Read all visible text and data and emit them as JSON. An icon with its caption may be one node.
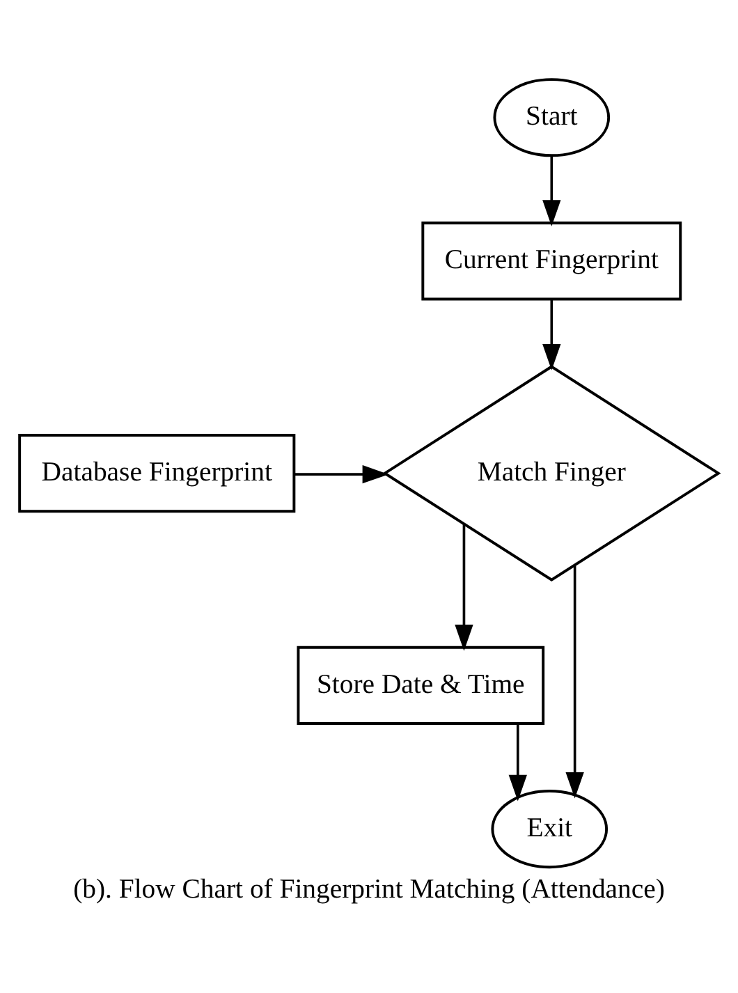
{
  "diagram": {
    "caption": "(b). Flow Chart of Fingerprint Matching (Attendance)",
    "nodes": [
      {
        "text": [
          "Start"
        ]
      },
      {
        "text": [
          "Current Fingerprint"
        ]
      },
      {
        "text": [
          "Database Fingerprint"
        ]
      },
      {
        "text": [
          "Match Finger"
        ]
      },
      {
        "text": [
          "Store Date & Time"
        ]
      },
      {
        "text": [
          "Exit"
        ]
      }
    ],
    "edges": [
      {
        "from": 0,
        "to": 1,
        "arrow": "to"
      },
      {
        "from": 1,
        "to": 3,
        "arrow": "to"
      },
      {
        "from": 2,
        "to": 3,
        "arrow": "to"
      },
      {
        "from": 3,
        "to": 4,
        "arrow": "to"
      },
      {
        "from": 4,
        "to": 5,
        "arrow": "to"
      },
      {
        "from": 3,
        "to": 5,
        "arrow": "to"
      }
    ]
  }
}
